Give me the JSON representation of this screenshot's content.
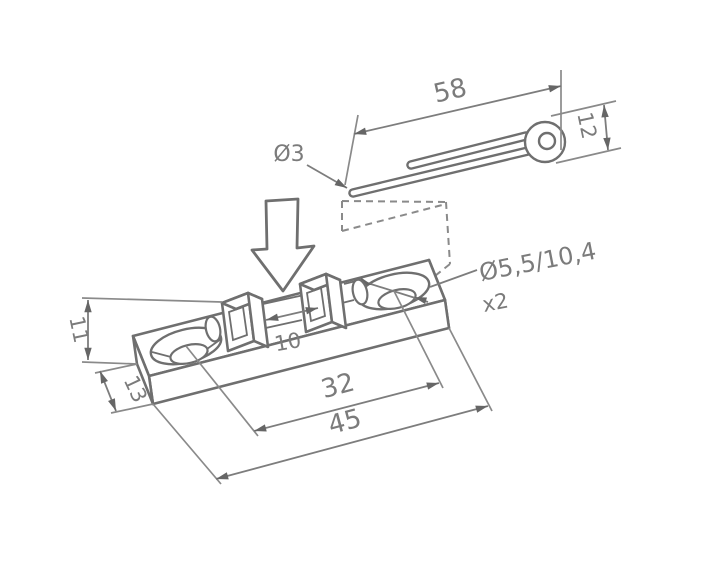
{
  "drawing": {
    "type": "isometric-technical-drawing",
    "subject": "fuse holder base with cotter pin insertion",
    "colors": {
      "background": "#ffffff",
      "line": "#6f6f6f",
      "dimension_line": "#7d7d7d",
      "text": "#7b7b7b",
      "arrowhead": "#666666"
    },
    "dimensions": {
      "pin_length": "58",
      "pin_eye_height": "12",
      "pin_diameter": "Ø3",
      "hole_spec": "Ø5,5/10,4",
      "hole_qty": "x2",
      "clip_gap": "10",
      "hole_spacing": "32",
      "overall_length": "45",
      "overall_height": "11",
      "base_depth": "13"
    }
  }
}
